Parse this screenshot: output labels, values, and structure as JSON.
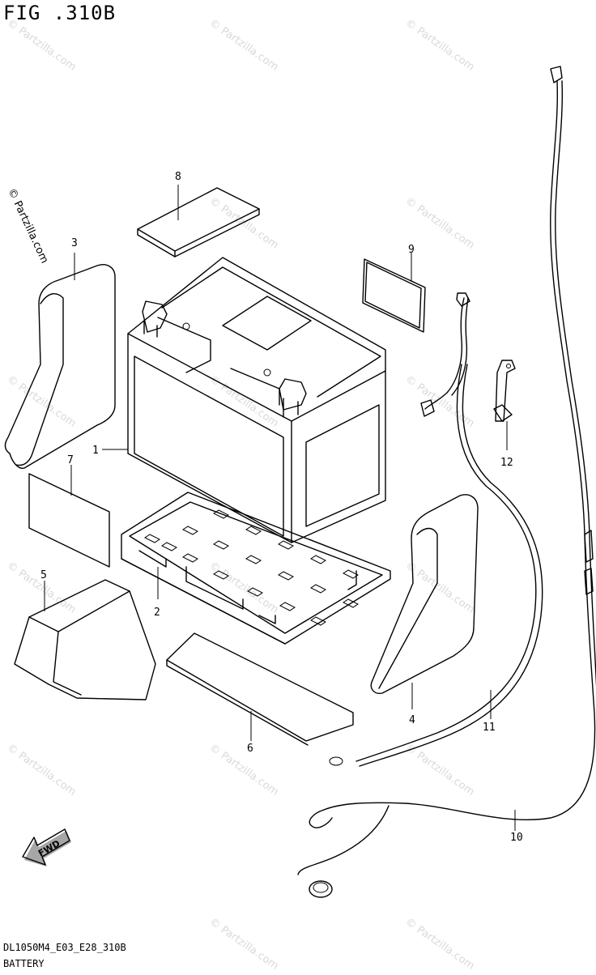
{
  "figure": {
    "title": "FIG .310B",
    "footer_code": "DL1050M4_E03_E28_310B",
    "footer_name": "BATTERY"
  },
  "watermark": "© Partzilla.com",
  "fwd_label": "FWD",
  "callouts": {
    "p1": "1",
    "p2": "2",
    "p3": "3",
    "p4": "4",
    "p5": "5",
    "p6": "6",
    "p7": "7",
    "p8": "8",
    "p9": "9",
    "p10": "10",
    "p11": "11",
    "p12": "12"
  }
}
